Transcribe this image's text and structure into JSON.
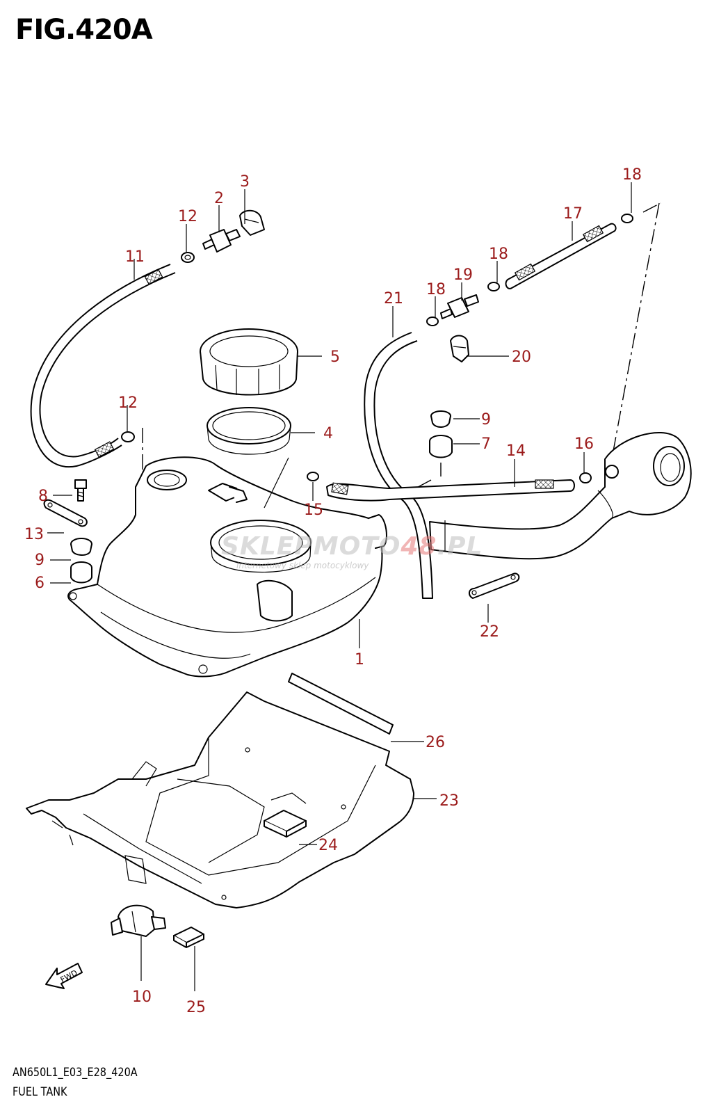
{
  "title": "FIG.420A",
  "footer": {
    "code": "AN650L1_E03_E28_420A",
    "name": "FUEL TANK"
  },
  "watermark": {
    "text_main": "SKLEPMOTO",
    "text_accent": "48",
    "text_tail": ".PL",
    "subtext": "internetowy sklep motocyklowy"
  },
  "fwd_label": "FWD",
  "callouts": [
    "1",
    "2",
    "3",
    "4",
    "5",
    "6",
    "7",
    "8",
    "9",
    "9",
    "10",
    "11",
    "12",
    "12",
    "13",
    "14",
    "15",
    "16",
    "17",
    "18",
    "18",
    "18",
    "19",
    "20",
    "21",
    "22",
    "23",
    "24",
    "25",
    "26"
  ],
  "colors": {
    "callout": "#9b1b1b",
    "line": "#000000"
  }
}
